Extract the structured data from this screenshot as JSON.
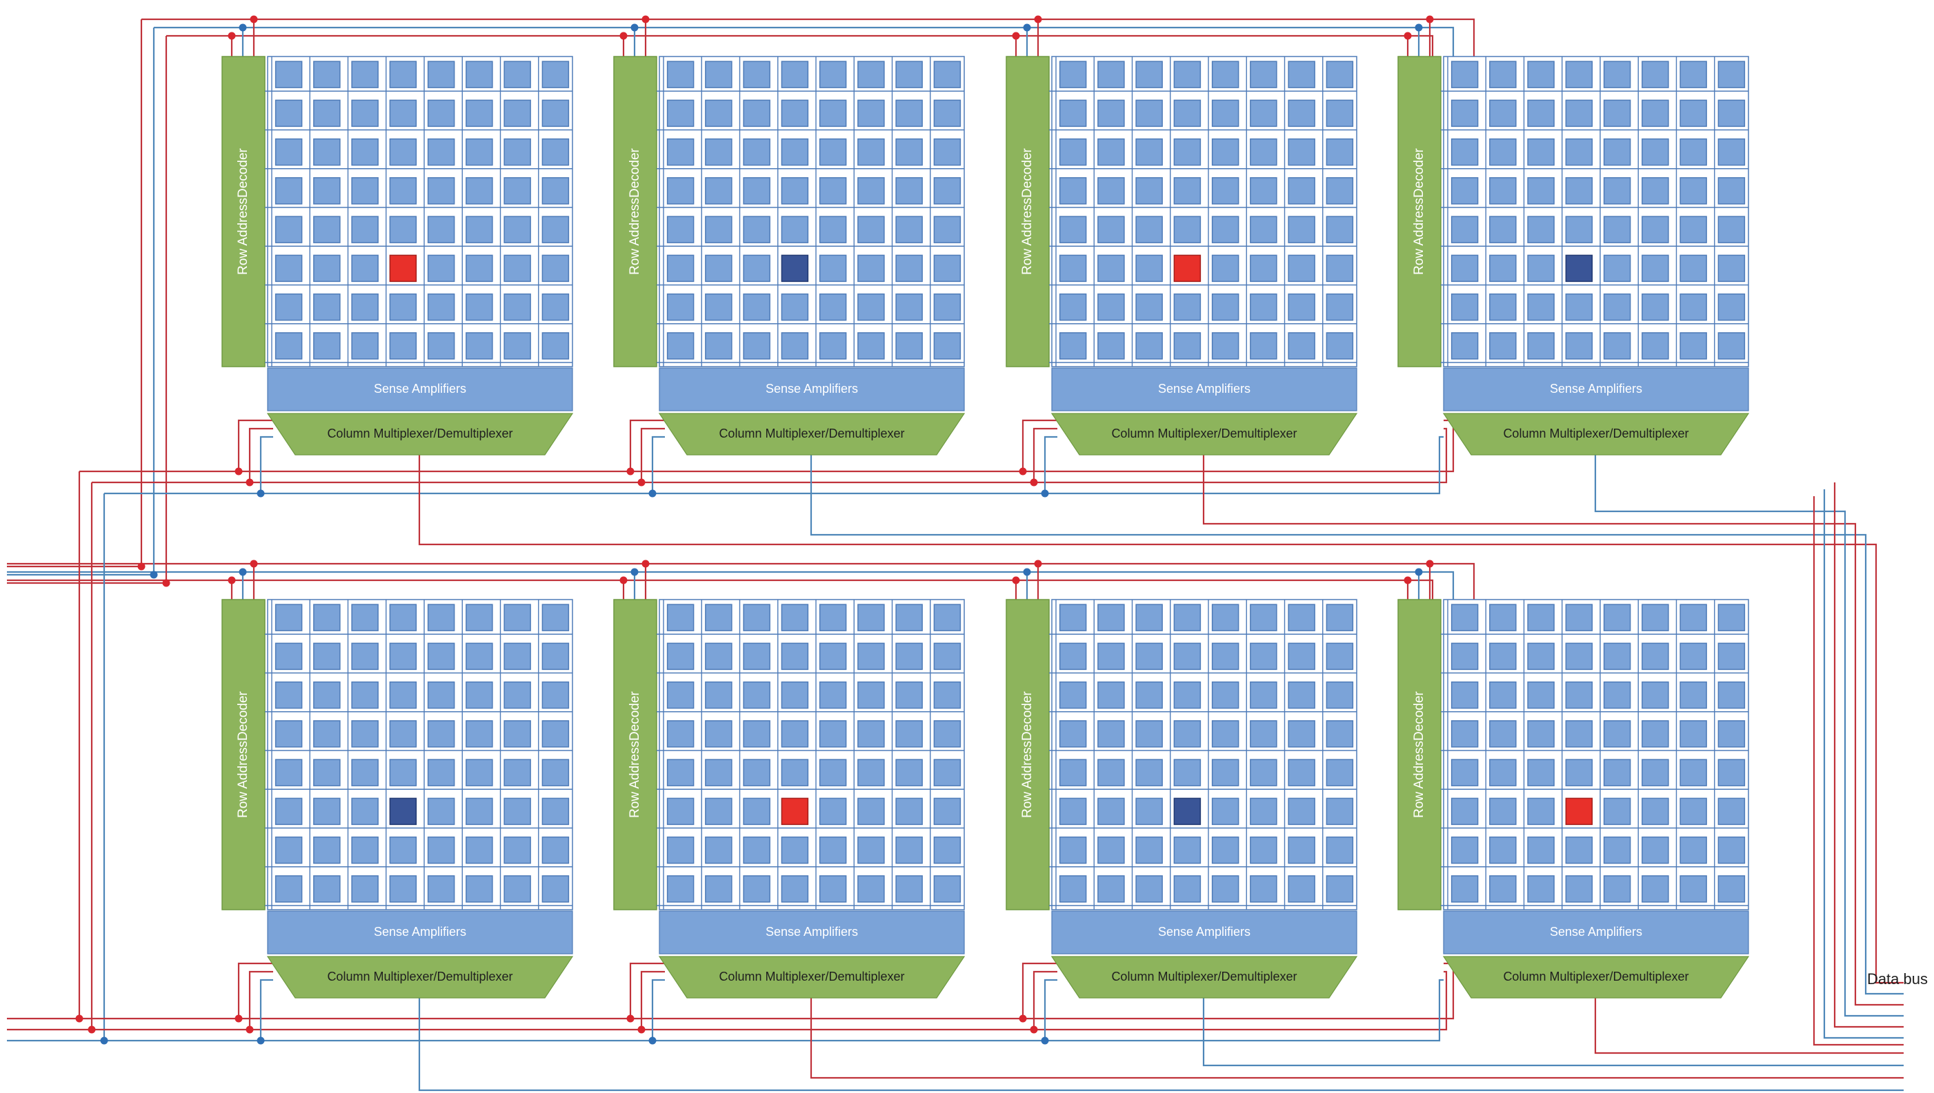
{
  "labels": {
    "row_decoder": "Row AddressDecoder",
    "sense_amplifiers": "Sense Amplifiers",
    "column_mux": "Column Multiplexer/Demultiplexer",
    "data_bus": "Data bus"
  },
  "grid": {
    "rows": 8,
    "cols": 8
  },
  "banks": [
    {
      "id": 1,
      "active_cell": {
        "row": 6,
        "col": 4,
        "state": "red"
      }
    },
    {
      "id": 2,
      "active_cell": {
        "row": 6,
        "col": 4,
        "state": "blue"
      }
    },
    {
      "id": 3,
      "active_cell": {
        "row": 6,
        "col": 4,
        "state": "red"
      }
    },
    {
      "id": 4,
      "active_cell": {
        "row": 6,
        "col": 4,
        "state": "blue"
      }
    },
    {
      "id": 5,
      "active_cell": {
        "row": 6,
        "col": 4,
        "state": "blue"
      }
    },
    {
      "id": 6,
      "active_cell": {
        "row": 6,
        "col": 4,
        "state": "red"
      }
    },
    {
      "id": 7,
      "active_cell": {
        "row": 6,
        "col": 4,
        "state": "blue"
      }
    },
    {
      "id": 8,
      "active_cell": {
        "row": 6,
        "col": 4,
        "state": "red"
      }
    }
  ],
  "colors": {
    "decoder_fill": "#8db45c",
    "decoder_stroke": "#6f9a41",
    "cell_fill": "#7ba3d8",
    "cell_stroke": "#4e7bb8",
    "cell_active_red": "#e8302a",
    "cell_active_red_stroke": "#a21e1a",
    "cell_active_blue": "#3a5597",
    "cell_active_blue_stroke": "#223a72",
    "grid_line": "#4e7bb8",
    "sense_fill": "#7ba3d8",
    "mux_fill": "#8db45c",
    "wire_red": "#c0323a",
    "wire_blue": "#4d86b8",
    "dot_red": "#d8262e",
    "dot_blue": "#2f6fb5",
    "label_light": "#ffffff",
    "label_dark": "#1f1f1f"
  }
}
